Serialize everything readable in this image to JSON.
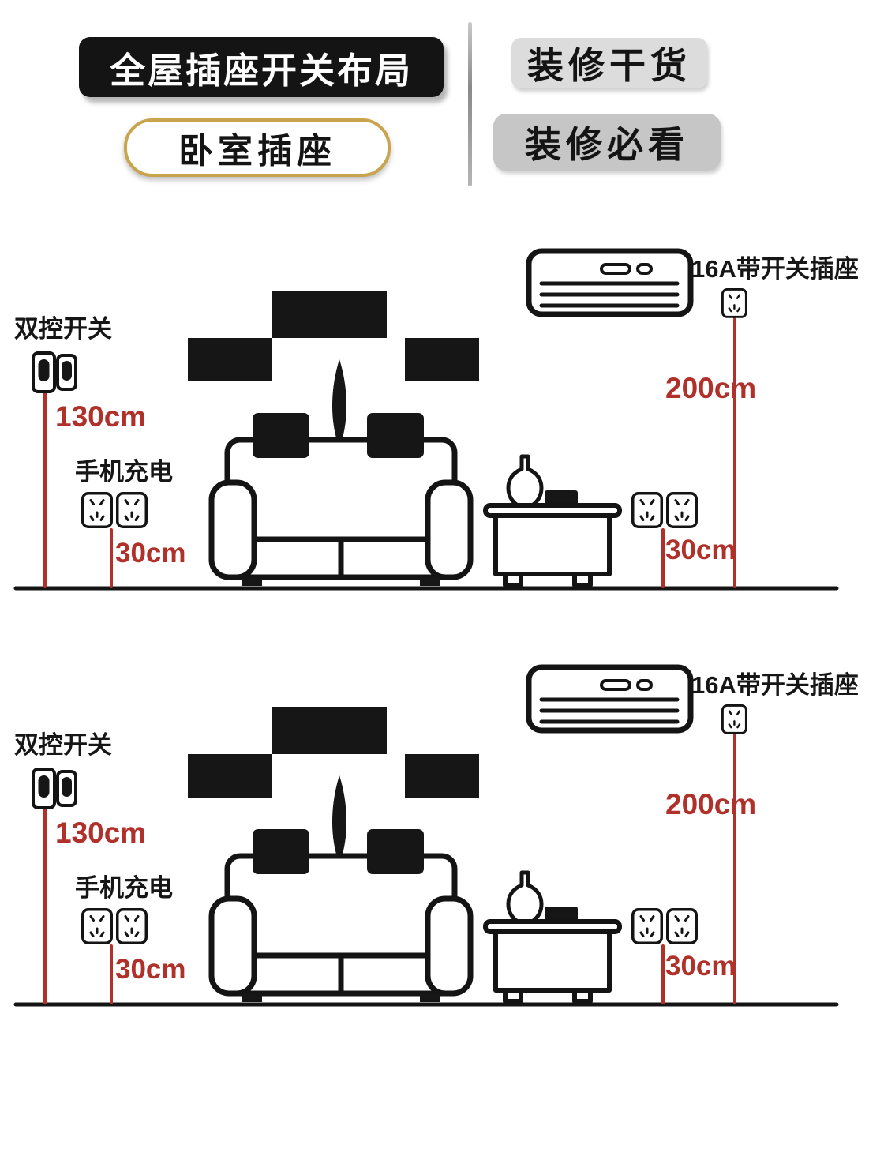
{
  "header": {
    "title": "全屋插座开关布局",
    "tag_top": "装修干货",
    "subtitle": "卧室插座",
    "tag_bottom": "装修必看"
  },
  "labels": {
    "double_switch": "双控开关",
    "switch_height": "130cm",
    "phone_charging": "手机充电",
    "low_height": "30cm",
    "ac_socket": "16A带开关插座",
    "ac_height": "200cm",
    "table_height": "30cm"
  },
  "colors": {
    "accent_red": "#b0302a",
    "ink": "#161616"
  }
}
